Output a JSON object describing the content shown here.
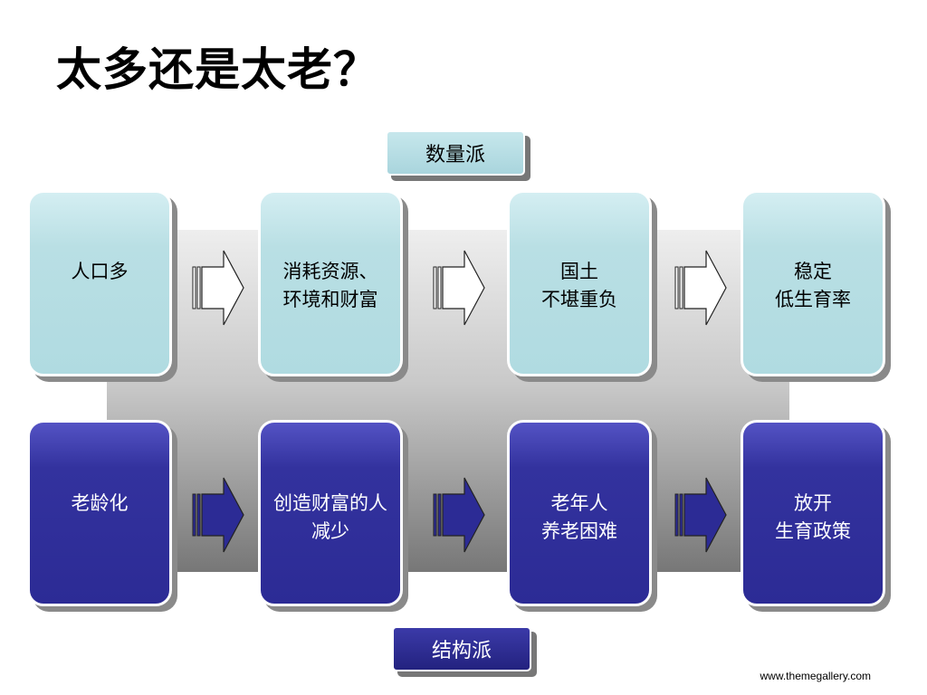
{
  "title": "太多还是太老？",
  "top_tag": "数量派",
  "bottom_tag": "结构派",
  "top_row": [
    {
      "line1": "人口多",
      "line2": ""
    },
    {
      "line1": "消耗资源、",
      "line2": "环境和财富"
    },
    {
      "line1": "国土",
      "line2": "不堪重负"
    },
    {
      "line1": "稳定",
      "line2": "低生育率"
    }
  ],
  "bottom_row": [
    {
      "line1": "老龄化",
      "line2": ""
    },
    {
      "line1": "创造财富的人",
      "line2": "减少"
    },
    {
      "line1": "老年人",
      "line2": "养老困难"
    },
    {
      "line1": "放开",
      "line2": "生育政策"
    }
  ],
  "footer": "www.themegallery.com",
  "colors": {
    "light_box": "#b0dbe1",
    "dark_box": "#2c2b95",
    "band_gradient_top": "#eeeeee",
    "band_gradient_bottom": "#777777"
  }
}
